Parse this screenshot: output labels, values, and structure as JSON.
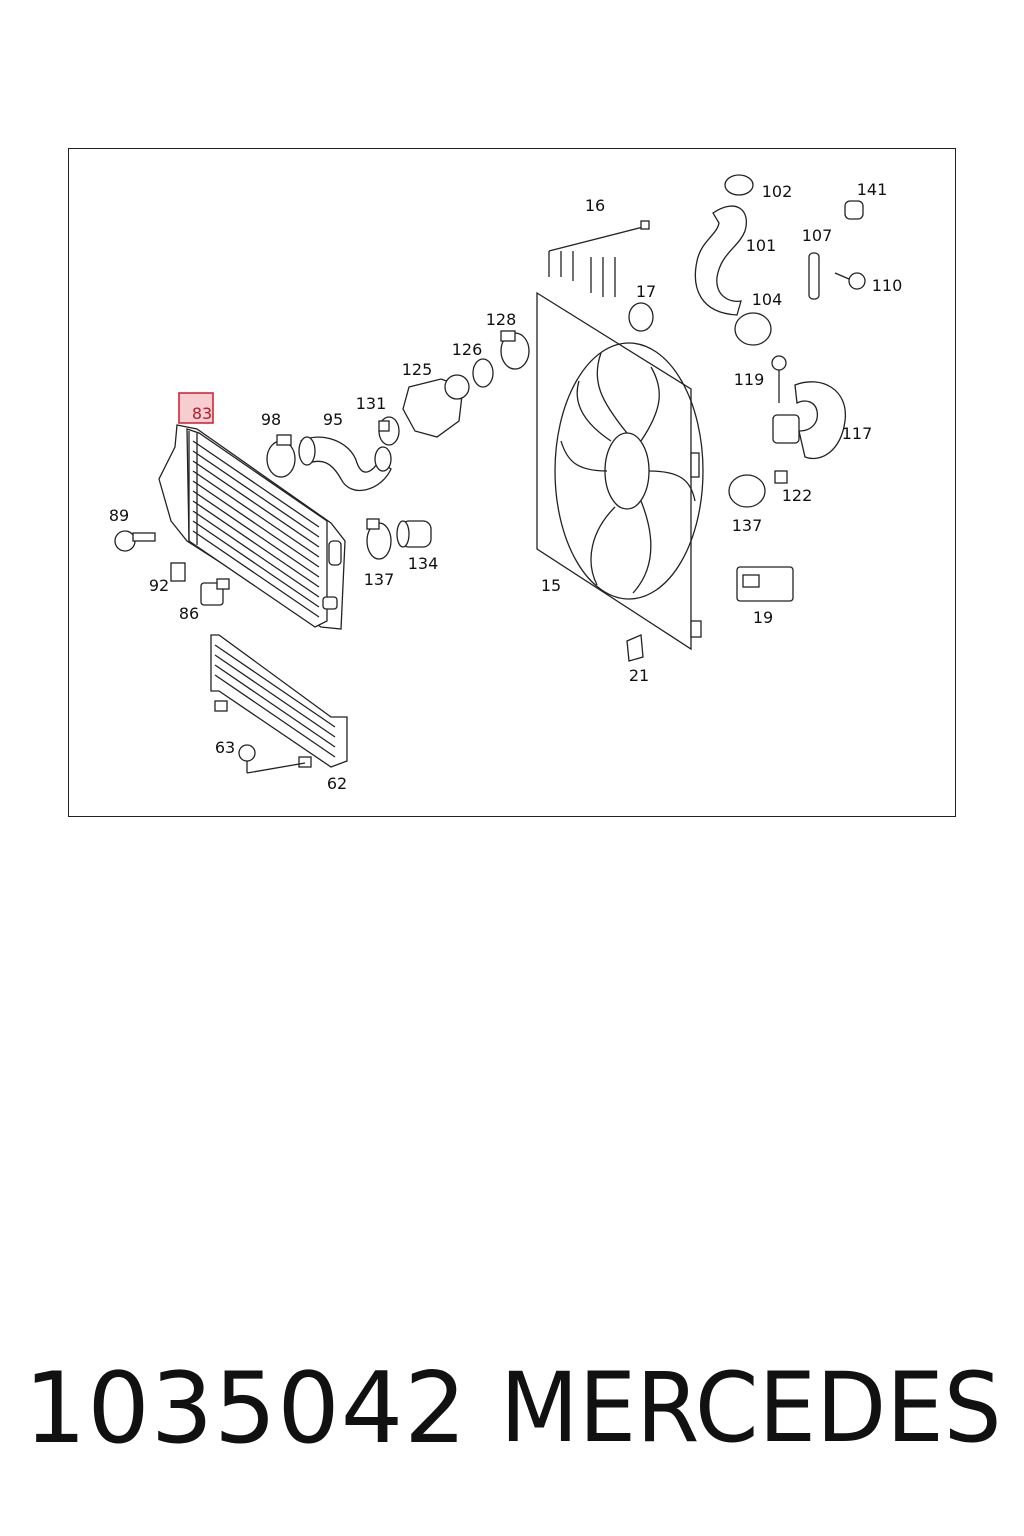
{
  "diagram": {
    "callouts": [
      {
        "id": "c83",
        "label": "83",
        "highlighted": true
      },
      {
        "id": "c98",
        "label": "98"
      },
      {
        "id": "c95",
        "label": "95"
      },
      {
        "id": "c131",
        "label": "131"
      },
      {
        "id": "c125",
        "label": "125"
      },
      {
        "id": "c126",
        "label": "126"
      },
      {
        "id": "c128",
        "label": "128"
      },
      {
        "id": "c16",
        "label": "16"
      },
      {
        "id": "c17",
        "label": "17"
      },
      {
        "id": "c102",
        "label": "102"
      },
      {
        "id": "c141",
        "label": "141"
      },
      {
        "id": "c101",
        "label": "101"
      },
      {
        "id": "c107",
        "label": "107"
      },
      {
        "id": "c110",
        "label": "110"
      },
      {
        "id": "c104",
        "label": "104"
      },
      {
        "id": "c119",
        "label": "119"
      },
      {
        "id": "c117",
        "label": "117"
      },
      {
        "id": "c122",
        "label": "122"
      },
      {
        "id": "c137r",
        "label": "137"
      },
      {
        "id": "c89",
        "label": "89"
      },
      {
        "id": "c92",
        "label": "92"
      },
      {
        "id": "c86",
        "label": "86"
      },
      {
        "id": "c137l",
        "label": "137"
      },
      {
        "id": "c134",
        "label": "134"
      },
      {
        "id": "c15",
        "label": "15"
      },
      {
        "id": "c19",
        "label": "19"
      },
      {
        "id": "c21",
        "label": "21"
      },
      {
        "id": "c63",
        "label": "63"
      },
      {
        "id": "c62",
        "label": "62"
      }
    ],
    "highlight_color": "#d6263a"
  },
  "footer": {
    "part_number": "1035042",
    "brand": "MERCEDES"
  }
}
